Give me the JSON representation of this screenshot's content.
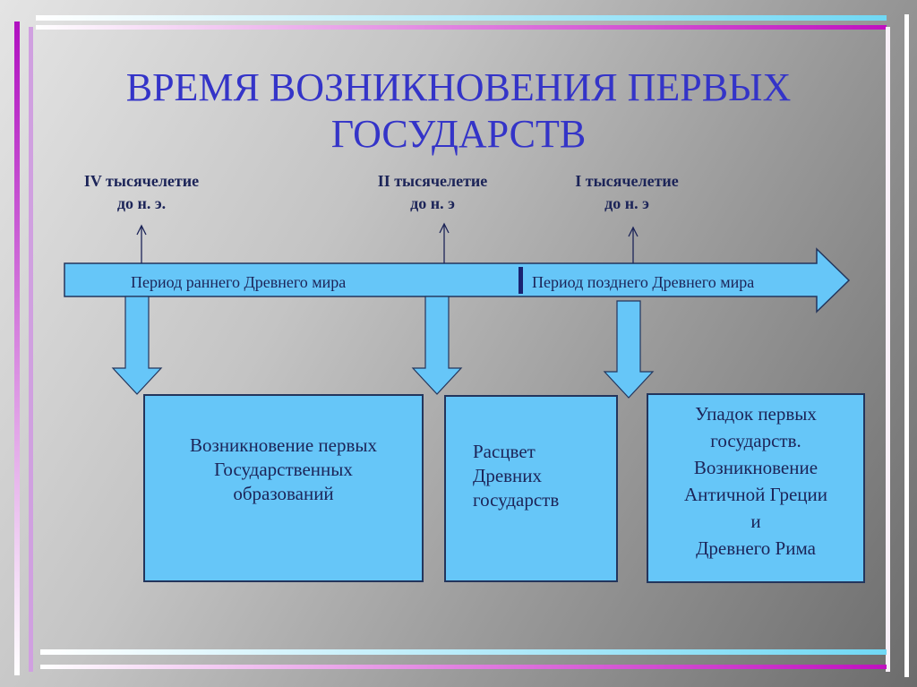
{
  "title_line1": "ВРЕМЯ ВОЗНИКНОВЕНИЯ ПЕРВЫХ",
  "title_line2": "ГОСУДАРСТВ",
  "milestones": [
    {
      "line1": "IV тысячелетие",
      "line2": "до н. э."
    },
    {
      "line1": "II тысячелетие",
      "line2": "до н. э"
    },
    {
      "line1": "I тысячелетие",
      "line2": "до н. э"
    }
  ],
  "timeline": {
    "early": "Период раннего Древнего мира",
    "late": "Период позднего Древнего мира"
  },
  "boxes": [
    {
      "lines": [
        "Возникновение первых",
        "Государственных",
        "образований"
      ]
    },
    {
      "lines": [
        "Расцвет",
        "Древних",
        "государств"
      ]
    },
    {
      "lines": [
        "Упадок  первых",
        "государств.",
        "Возникновение",
        "Античной Греции",
        "и",
        "Древнего Рима"
      ]
    }
  ],
  "colors": {
    "title": "#3434c8",
    "fill": "#66c6f8",
    "border": "#23355c",
    "magenta": "#c020c0",
    "cyan": "#80e0f8"
  }
}
